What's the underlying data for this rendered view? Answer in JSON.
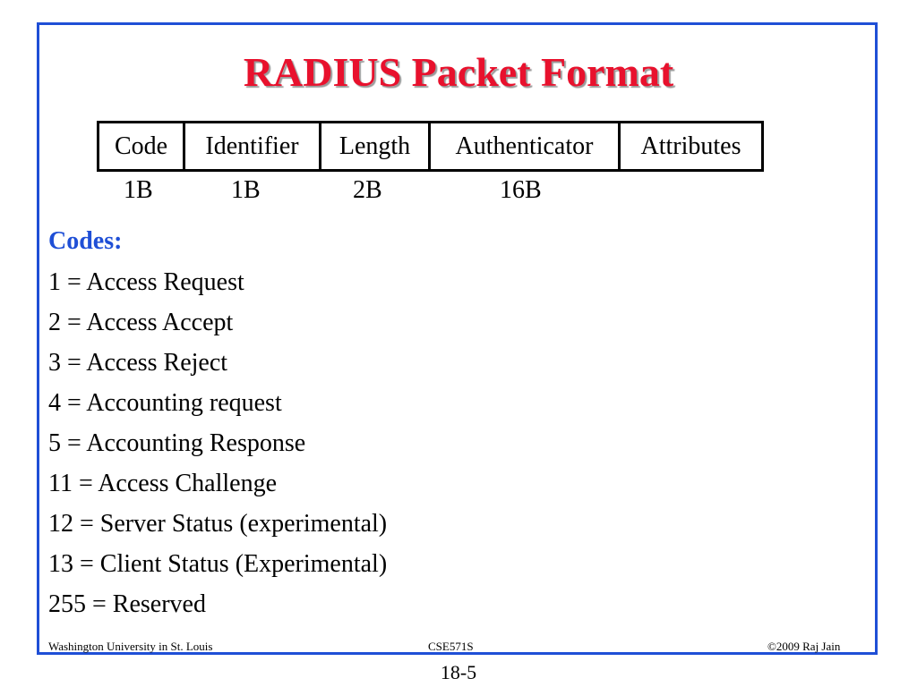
{
  "slide": {
    "title": "RADIUS Packet Format",
    "packet_fields": [
      "Code",
      "Identifier",
      "Length",
      "Authenticator",
      "Attributes"
    ],
    "field_sizes": [
      "1B",
      "1B",
      "2B",
      "16B"
    ],
    "codes_heading": "Codes:",
    "codes": [
      "1 = Access Request",
      "2 = Access Accept",
      "3 = Access Reject",
      "4 = Accounting request",
      "5 = Accounting Response",
      "11 = Access Challenge",
      "12 = Server Status (experimental)",
      "13 = Client Status (Experimental)",
      "255 = Reserved"
    ]
  },
  "footer": {
    "left": "Washington University in St. Louis",
    "center": "CSE571S",
    "right": "©2009 Raj Jain"
  },
  "page_number": "18-5",
  "colors": {
    "title": "#e8112d",
    "frame": "#1f4fd6",
    "codes_heading": "#1f4fd6"
  }
}
